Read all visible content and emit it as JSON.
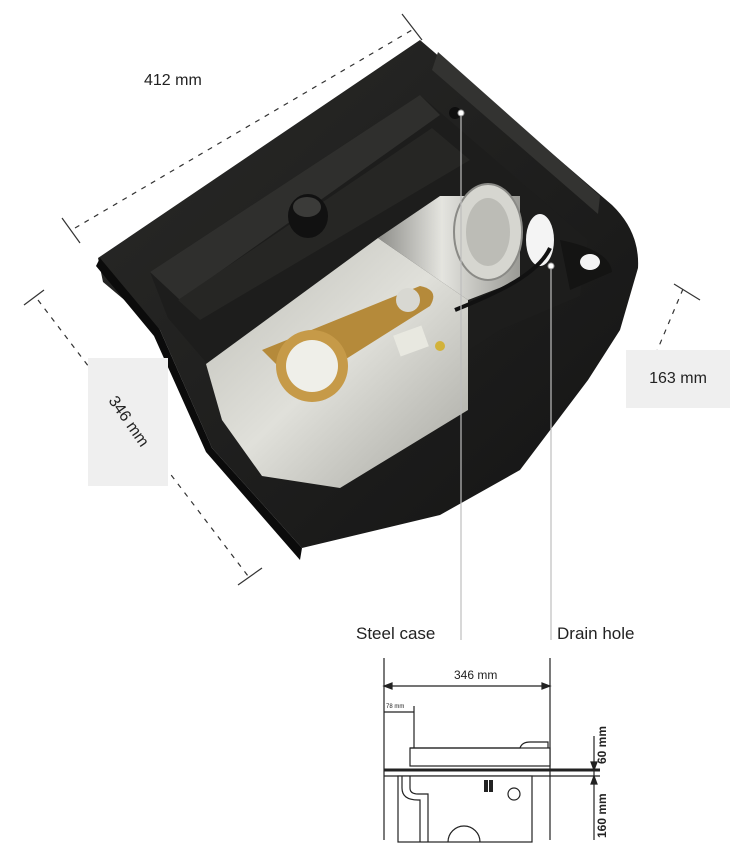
{
  "dimensions": {
    "length": "412 mm",
    "width": "346 mm",
    "height": "163 mm"
  },
  "callouts": {
    "case": "Steel case",
    "drain": "Drain hole"
  },
  "drawing": {
    "width": "346 mm",
    "offset": "78 mm",
    "top_height": "60 mm",
    "bottom_height": "160 mm"
  }
}
